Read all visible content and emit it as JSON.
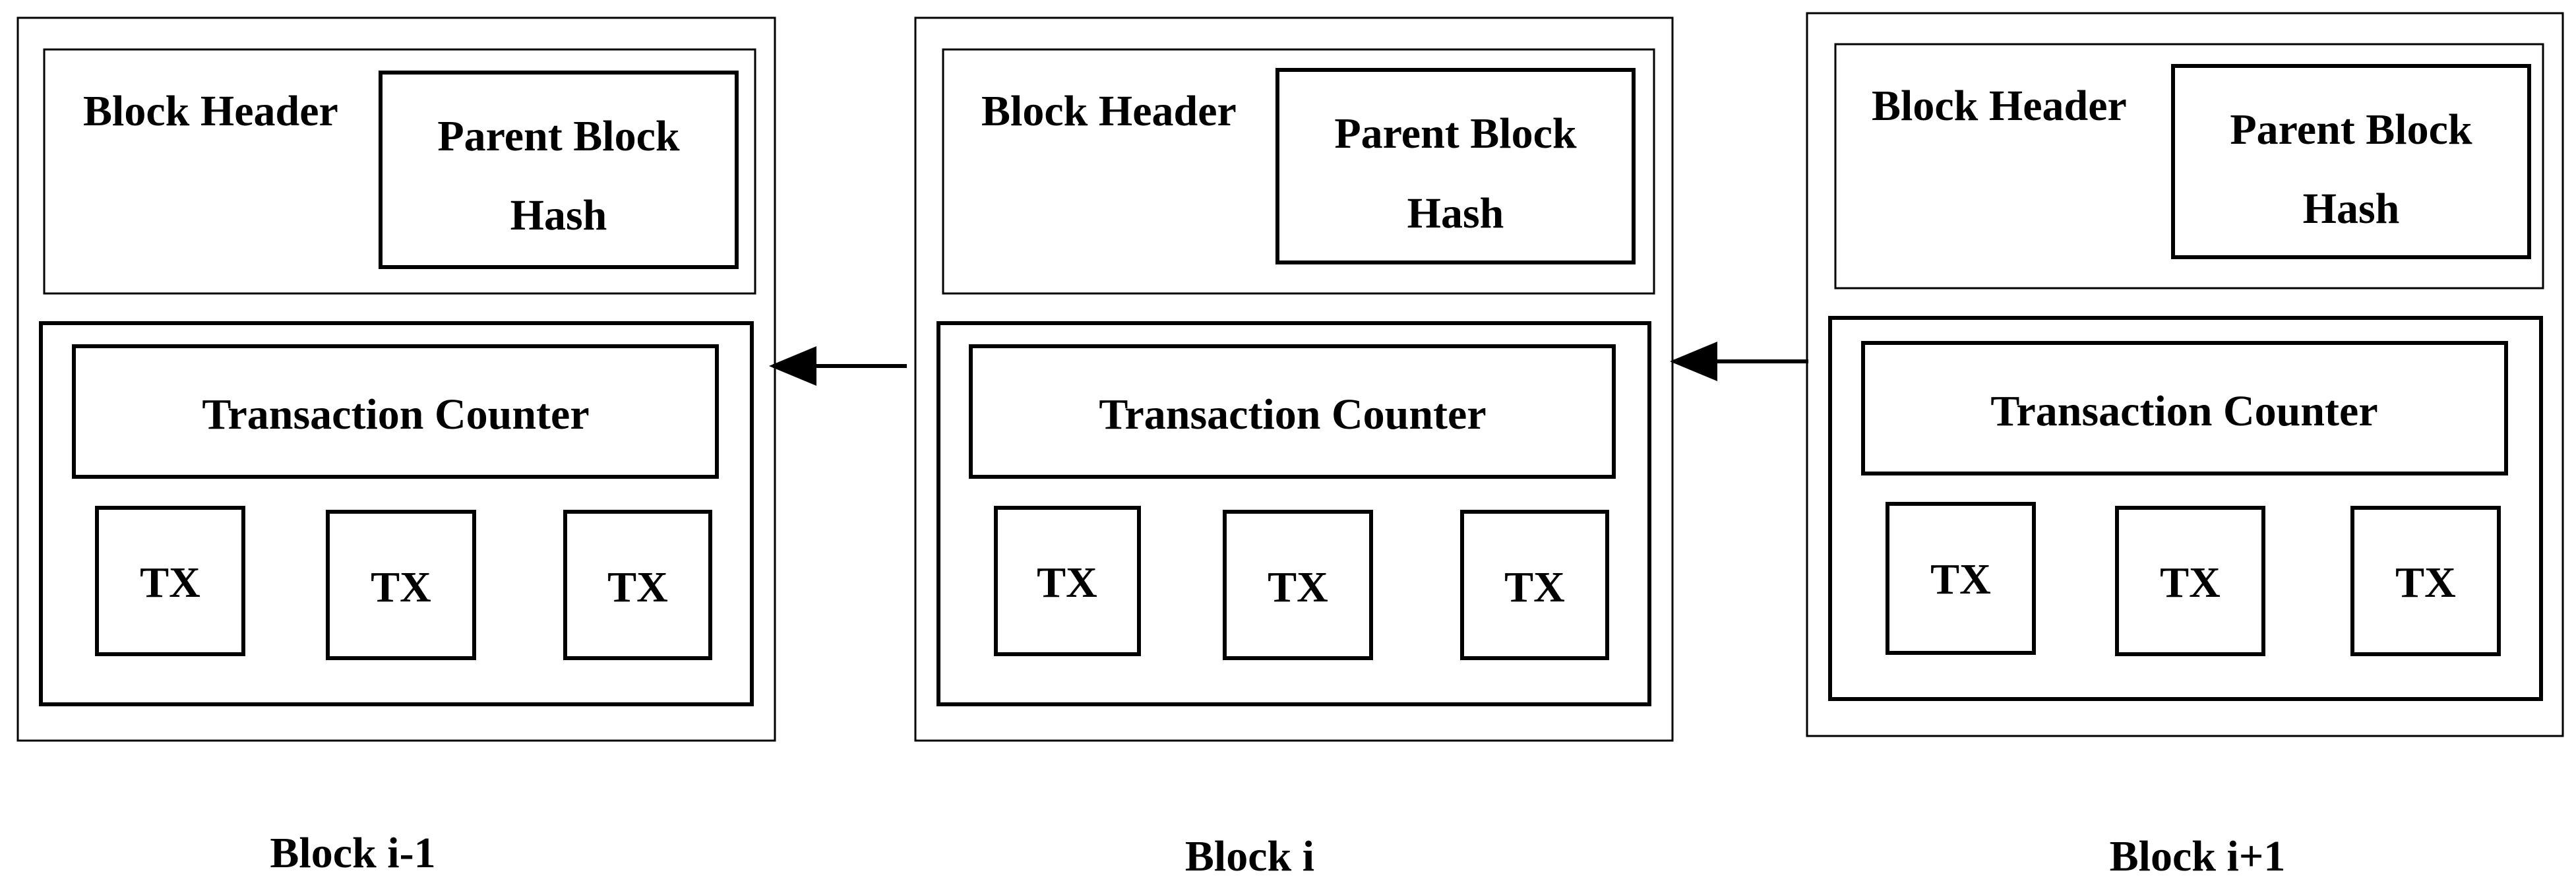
{
  "diagram": {
    "blocks": [
      {
        "label": "Block i-1",
        "header_label": "Block Header",
        "parent_hash_label": [
          "Parent Block",
          "Hash"
        ],
        "counter_label": "Transaction Counter",
        "tx_labels": [
          "TX",
          "TX",
          "TX"
        ]
      },
      {
        "label": "Block i",
        "header_label": "Block Header",
        "parent_hash_label": [
          "Parent Block",
          "Hash"
        ],
        "counter_label": "Transaction Counter",
        "tx_labels": [
          "TX",
          "TX",
          "TX"
        ]
      },
      {
        "label": "Block i+1",
        "header_label": "Block Header",
        "parent_hash_label": [
          "Parent Block",
          "Hash"
        ],
        "counter_label": "Transaction Counter",
        "tx_labels": [
          "TX",
          "TX",
          "TX"
        ]
      }
    ],
    "arrows": [
      {
        "from": "Block i",
        "to": "Block i-1"
      },
      {
        "from": "Block i+1",
        "to": "Block i"
      }
    ],
    "colors": {
      "stroke": "#000000",
      "background": "#ffffff"
    }
  }
}
